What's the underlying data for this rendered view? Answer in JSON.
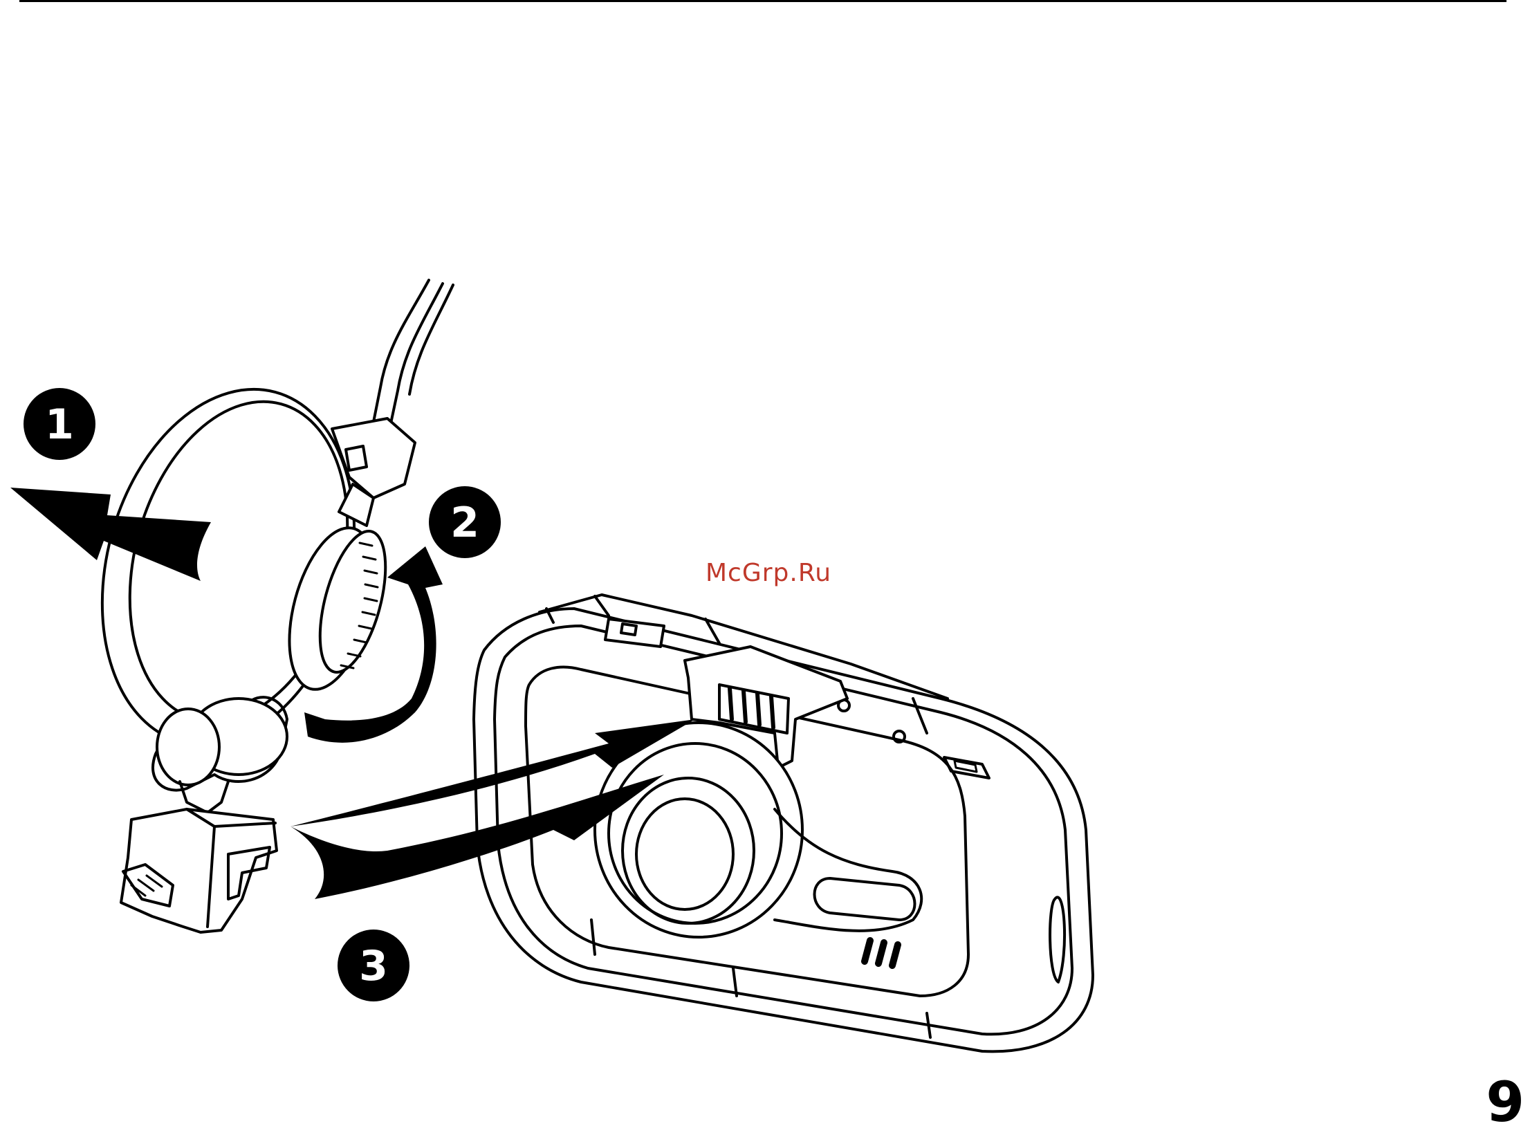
{
  "page": {
    "number": "9",
    "watermark": "McGrp.Ru",
    "watermark_color": "#c0392b"
  },
  "steps": [
    {
      "label": "1",
      "action": "pull suction cup off"
    },
    {
      "label": "2",
      "action": "rotate knob"
    },
    {
      "label": "3",
      "action": "slide bracket onto camera"
    }
  ],
  "icons": [
    "step-1-badge-icon",
    "step-2-badge-icon",
    "step-3-badge-icon",
    "pull-arrow-icon",
    "rotate-arrow-icon",
    "slide-arrow-icon"
  ]
}
